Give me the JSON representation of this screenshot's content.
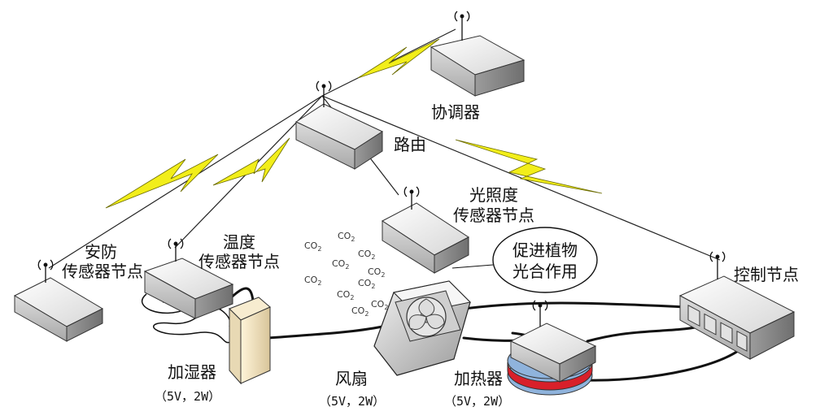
{
  "nodes": {
    "coordinator": {
      "label": "协调器"
    },
    "router": {
      "label": "路由"
    },
    "light_sensor": {
      "label_line1": "光照度",
      "label_line2": "传感器节点"
    },
    "security_sensor": {
      "label_line1": "安防",
      "label_line2": "传感器节点"
    },
    "temp_sensor": {
      "label_line1": "温度",
      "label_line2": "传感器节点"
    },
    "control_node": {
      "label": "控制节点"
    }
  },
  "devices": {
    "humidifier": {
      "label": "加湿器",
      "spec": "（5V，2W）"
    },
    "fan": {
      "label": "风扇",
      "spec": "（5V，2W）"
    },
    "heater": {
      "label": "加热器",
      "spec": "（5V，2W）"
    }
  },
  "annotation": {
    "line1": "促进植物",
    "line2": "光合作用"
  },
  "co2_label": "CO",
  "co2_sub": "2",
  "colors": {
    "wireless_link": "#f2ee1a",
    "box_top": "#f4f4f4",
    "box_side": "#8d8d8d",
    "cable": "#111111",
    "heater_red": "#d8202a",
    "heater_blue": "#8fb3dc"
  },
  "icons": [
    "antenna-icon",
    "lightning-bolt-icon",
    "co2-molecule-icon"
  ]
}
